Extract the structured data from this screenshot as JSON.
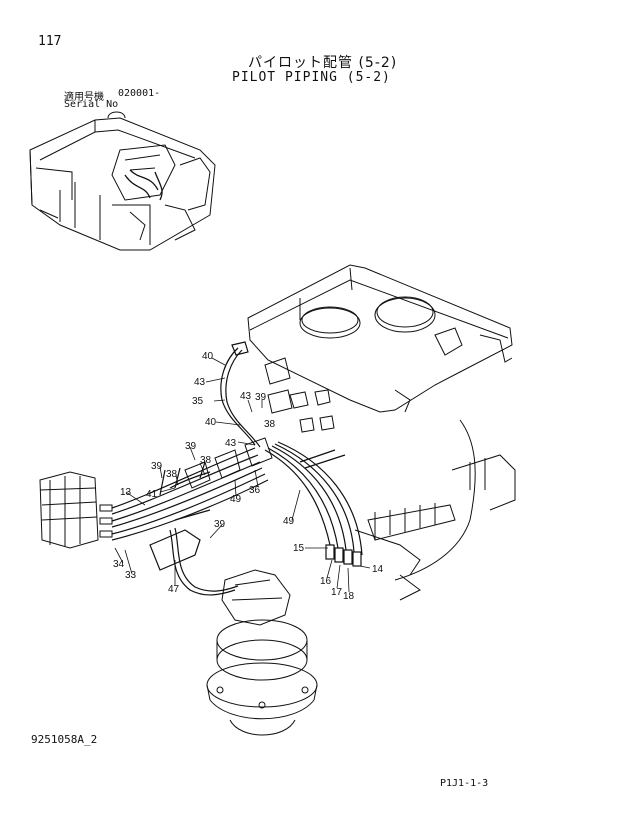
{
  "header": {
    "page_number": "117",
    "title_jp": "パイロット配管 (5-2)",
    "title_en": "PILOT PIPING (5-2)",
    "serial_label_jp": "適用号機",
    "serial_label_en": "Serial No",
    "serial_value": "020001-"
  },
  "footer": {
    "document_code": "9251058A_2",
    "page_code": "P1J1-1-3"
  },
  "callouts": [
    "40",
    "43",
    "35",
    "43",
    "39",
    "38",
    "40",
    "43",
    "39",
    "38",
    "39",
    "41",
    "38",
    "13",
    "36",
    "49",
    "49",
    "39",
    "34",
    "33",
    "47",
    "15",
    "16",
    "17",
    "18",
    "14"
  ]
}
